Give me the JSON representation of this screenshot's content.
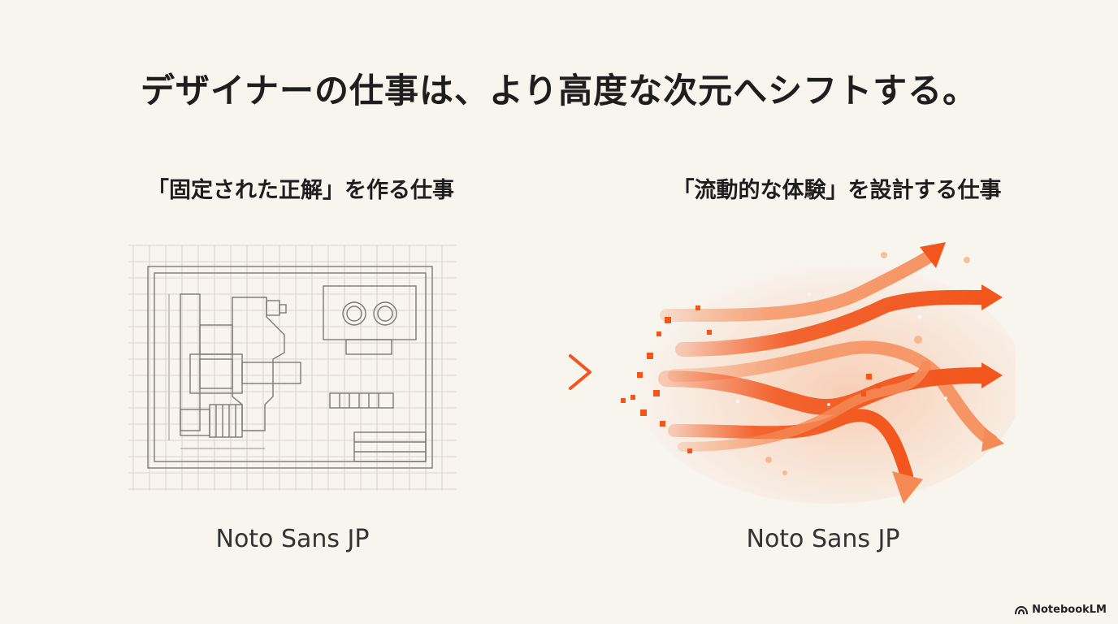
{
  "title": "デザイナーの仕事は、より高度な次元へシフトする。",
  "left": {
    "heading": "「固定された正解」を作る仕事",
    "caption": "Noto Sans JP",
    "illustration_icon": "blueprint-icon"
  },
  "right": {
    "heading": "「流動的な体験」を設計する仕事",
    "caption": "Noto Sans JP",
    "illustration_icon": "flowing-arrows-icon"
  },
  "transition_icon": "arrow-right-icon",
  "brand": {
    "label": "NotebookLM",
    "icon": "notebooklm-logo-icon"
  },
  "colors": {
    "background": "#f8f4ee",
    "text": "#1e1e1e",
    "line": "#8a8680",
    "accent": "#f2561d",
    "accent_light": "#f7a06e"
  }
}
